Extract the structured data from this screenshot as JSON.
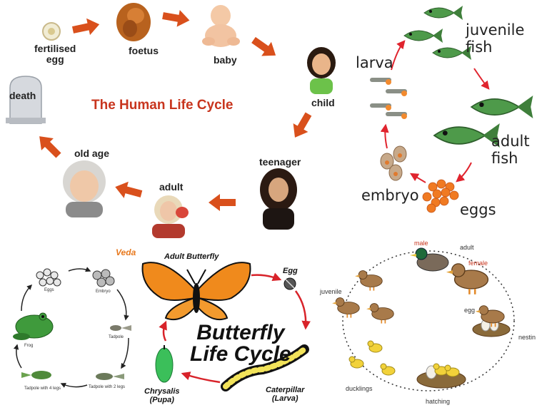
{
  "human": {
    "title": "The Human Life Cycle",
    "stages": {
      "fertilised_egg": "fertilised\negg",
      "foetus": "foetus",
      "baby": "baby",
      "child": "child",
      "teenager": "teenager",
      "adult": "adult",
      "old_age": "old age",
      "death": "death"
    },
    "arrow_color": "#d9501c"
  },
  "fish": {
    "stages": {
      "larva": "larva",
      "juvenile": "juvenile\nfish",
      "adult": "adult\nfish",
      "eggs": "eggs",
      "embryo": "embryo"
    },
    "arrow_color": "#e0242e"
  },
  "butterfly": {
    "logo": "Veda",
    "title": "Butterfly\nLife Cycle",
    "stages": {
      "adult": "Adult Butterfly",
      "egg": "Egg",
      "caterpillar": "Caterpillar\n(Larva)",
      "chrysalis": "Chrysalis\n(Pupa)"
    },
    "arrow_color": "#d8232a"
  },
  "frog": {
    "stages": {
      "eggs": "Eggs",
      "embryo": "Embryo",
      "tadpole": "Tadpole",
      "tadpole_2legs": "Tadpole with 2 legs",
      "tadpole_4legs": "Tadpole with 4 legs",
      "frog": "Frog"
    }
  },
  "duck": {
    "stages": {
      "male": "male",
      "adult": "adult",
      "female": "female",
      "egg": "egg",
      "nesting": "nestin",
      "hatching": "hatching",
      "ducklings": "ducklings",
      "juvenile": "juvenile"
    },
    "accent_color": "#c8351e"
  }
}
